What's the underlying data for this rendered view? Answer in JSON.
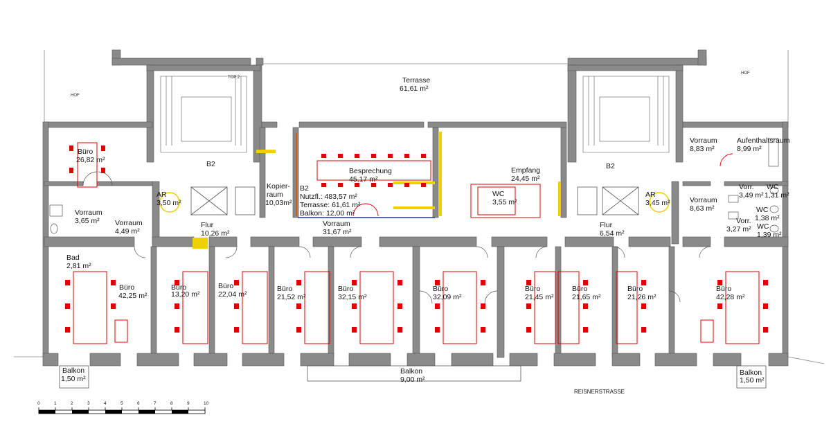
{
  "colors": {
    "wall": "#7a7a7a",
    "furniture": "#e00000",
    "door": "#555555",
    "accent_yellow": "#f0d000",
    "blue_line": "#1a2ecc",
    "orange_line": "#d06010"
  },
  "labels": {
    "hof_left": "HOF",
    "hof_right": "HOF",
    "top2": "TOP 2",
    "terrasse_name": "Terrasse",
    "terrasse_area": "61,61 m²",
    "b2_left": "B2",
    "b2_right": "B2",
    "buero_tl_name": "Büro",
    "buero_tl_area": "26,82 m²",
    "kopier_line1": "Kopier-",
    "kopier_line2": "raum",
    "kopier_area": "10,03m²",
    "ar_left_name": "AR",
    "ar_left_area": "3,50 m²",
    "ar_right_name": "AR",
    "ar_right_area": "3,45 m²",
    "vorraum_sm_name": "Vorraum",
    "vorraum_sm_area": "3,65 m²",
    "vorraum_l_name": "Vorraum",
    "vorraum_l_area": "4,49 m²",
    "flur_l_name": "Flur",
    "flur_l_area": "10,26 m²",
    "b2_info_title": "B2",
    "b2_info_line1": "Nutzfl.: 483,57 m²",
    "b2_info_line2": "Terrasse: 61,61 m²",
    "b2_info_line3": "Balkon: 12,00 m²",
    "besprechung_name": "Besprechung",
    "besprechung_area": "45,17 m²",
    "vorraum_c_name": "Vorraum",
    "vorraum_c_area": "31,67 m²",
    "empfang_name": "Empfang",
    "empfang_area": "24,45 m²",
    "wc_c_name": "WC",
    "wc_c_area": "3,55 m²",
    "flur_r_name": "Flur",
    "flur_r_area": "6,54 m²",
    "vorraum_tr_name": "Vorraum",
    "vorraum_tr_area": "8,83 m²",
    "aufenthalt_name": "Aufenthaltsraum",
    "aufenthalt_area": "8,99 m²",
    "vorraum_r_name": "Vorraum",
    "vorraum_r_area": "8,63 m²",
    "vorr_a_name": "Vorr.",
    "vorr_a_area": "3,49 m²",
    "vorr_b_name": "Vorr.",
    "vorr_b_area": "3,27 m²",
    "wc_r1_name": "WC",
    "wc_r1_area": "1,31 m²",
    "wc_r2_name": "WC",
    "wc_r2_area": "1,38 m²",
    "wc_r3_name": "WC",
    "wc_r3_area": "1,39 m²",
    "bad_name": "Bad",
    "bad_area": "2,81 m²",
    "buero1_name": "Büro",
    "buero1_area": "42,25 m²",
    "buero2_name": "Büro",
    "buero2_area": "13,20 m²",
    "buero3_name": "Büro",
    "buero3_area": "22,04 m²",
    "buero4_name": "Büro",
    "buero4_area": "21,52 m²",
    "buero5_name": "Büro",
    "buero5_area": "32,15 m²",
    "buero6_name": "Büro",
    "buero6_area": "32,09 m²",
    "buero7_name": "Büro",
    "buero7_area": "21,45 m²",
    "buero8_name": "Büro",
    "buero8_area": "21,65 m²",
    "buero9_name": "Büro",
    "buero9_area": "21,26 m²",
    "buero10_name": "Büro",
    "buero10_area": "42,28 m²",
    "balkon_l_name": "Balkon",
    "balkon_l_area": "1,50 m²",
    "balkon_c_name": "Balkon",
    "balkon_c_area": "9,00 m²",
    "balkon_r_name": "Balkon",
    "balkon_r_area": "1,50 m²",
    "street": "REISNERSTRASSE"
  },
  "scale_ticks": [
    "0",
    "1",
    "2",
    "3",
    "4",
    "5",
    "6",
    "7",
    "8",
    "9",
    "10"
  ]
}
